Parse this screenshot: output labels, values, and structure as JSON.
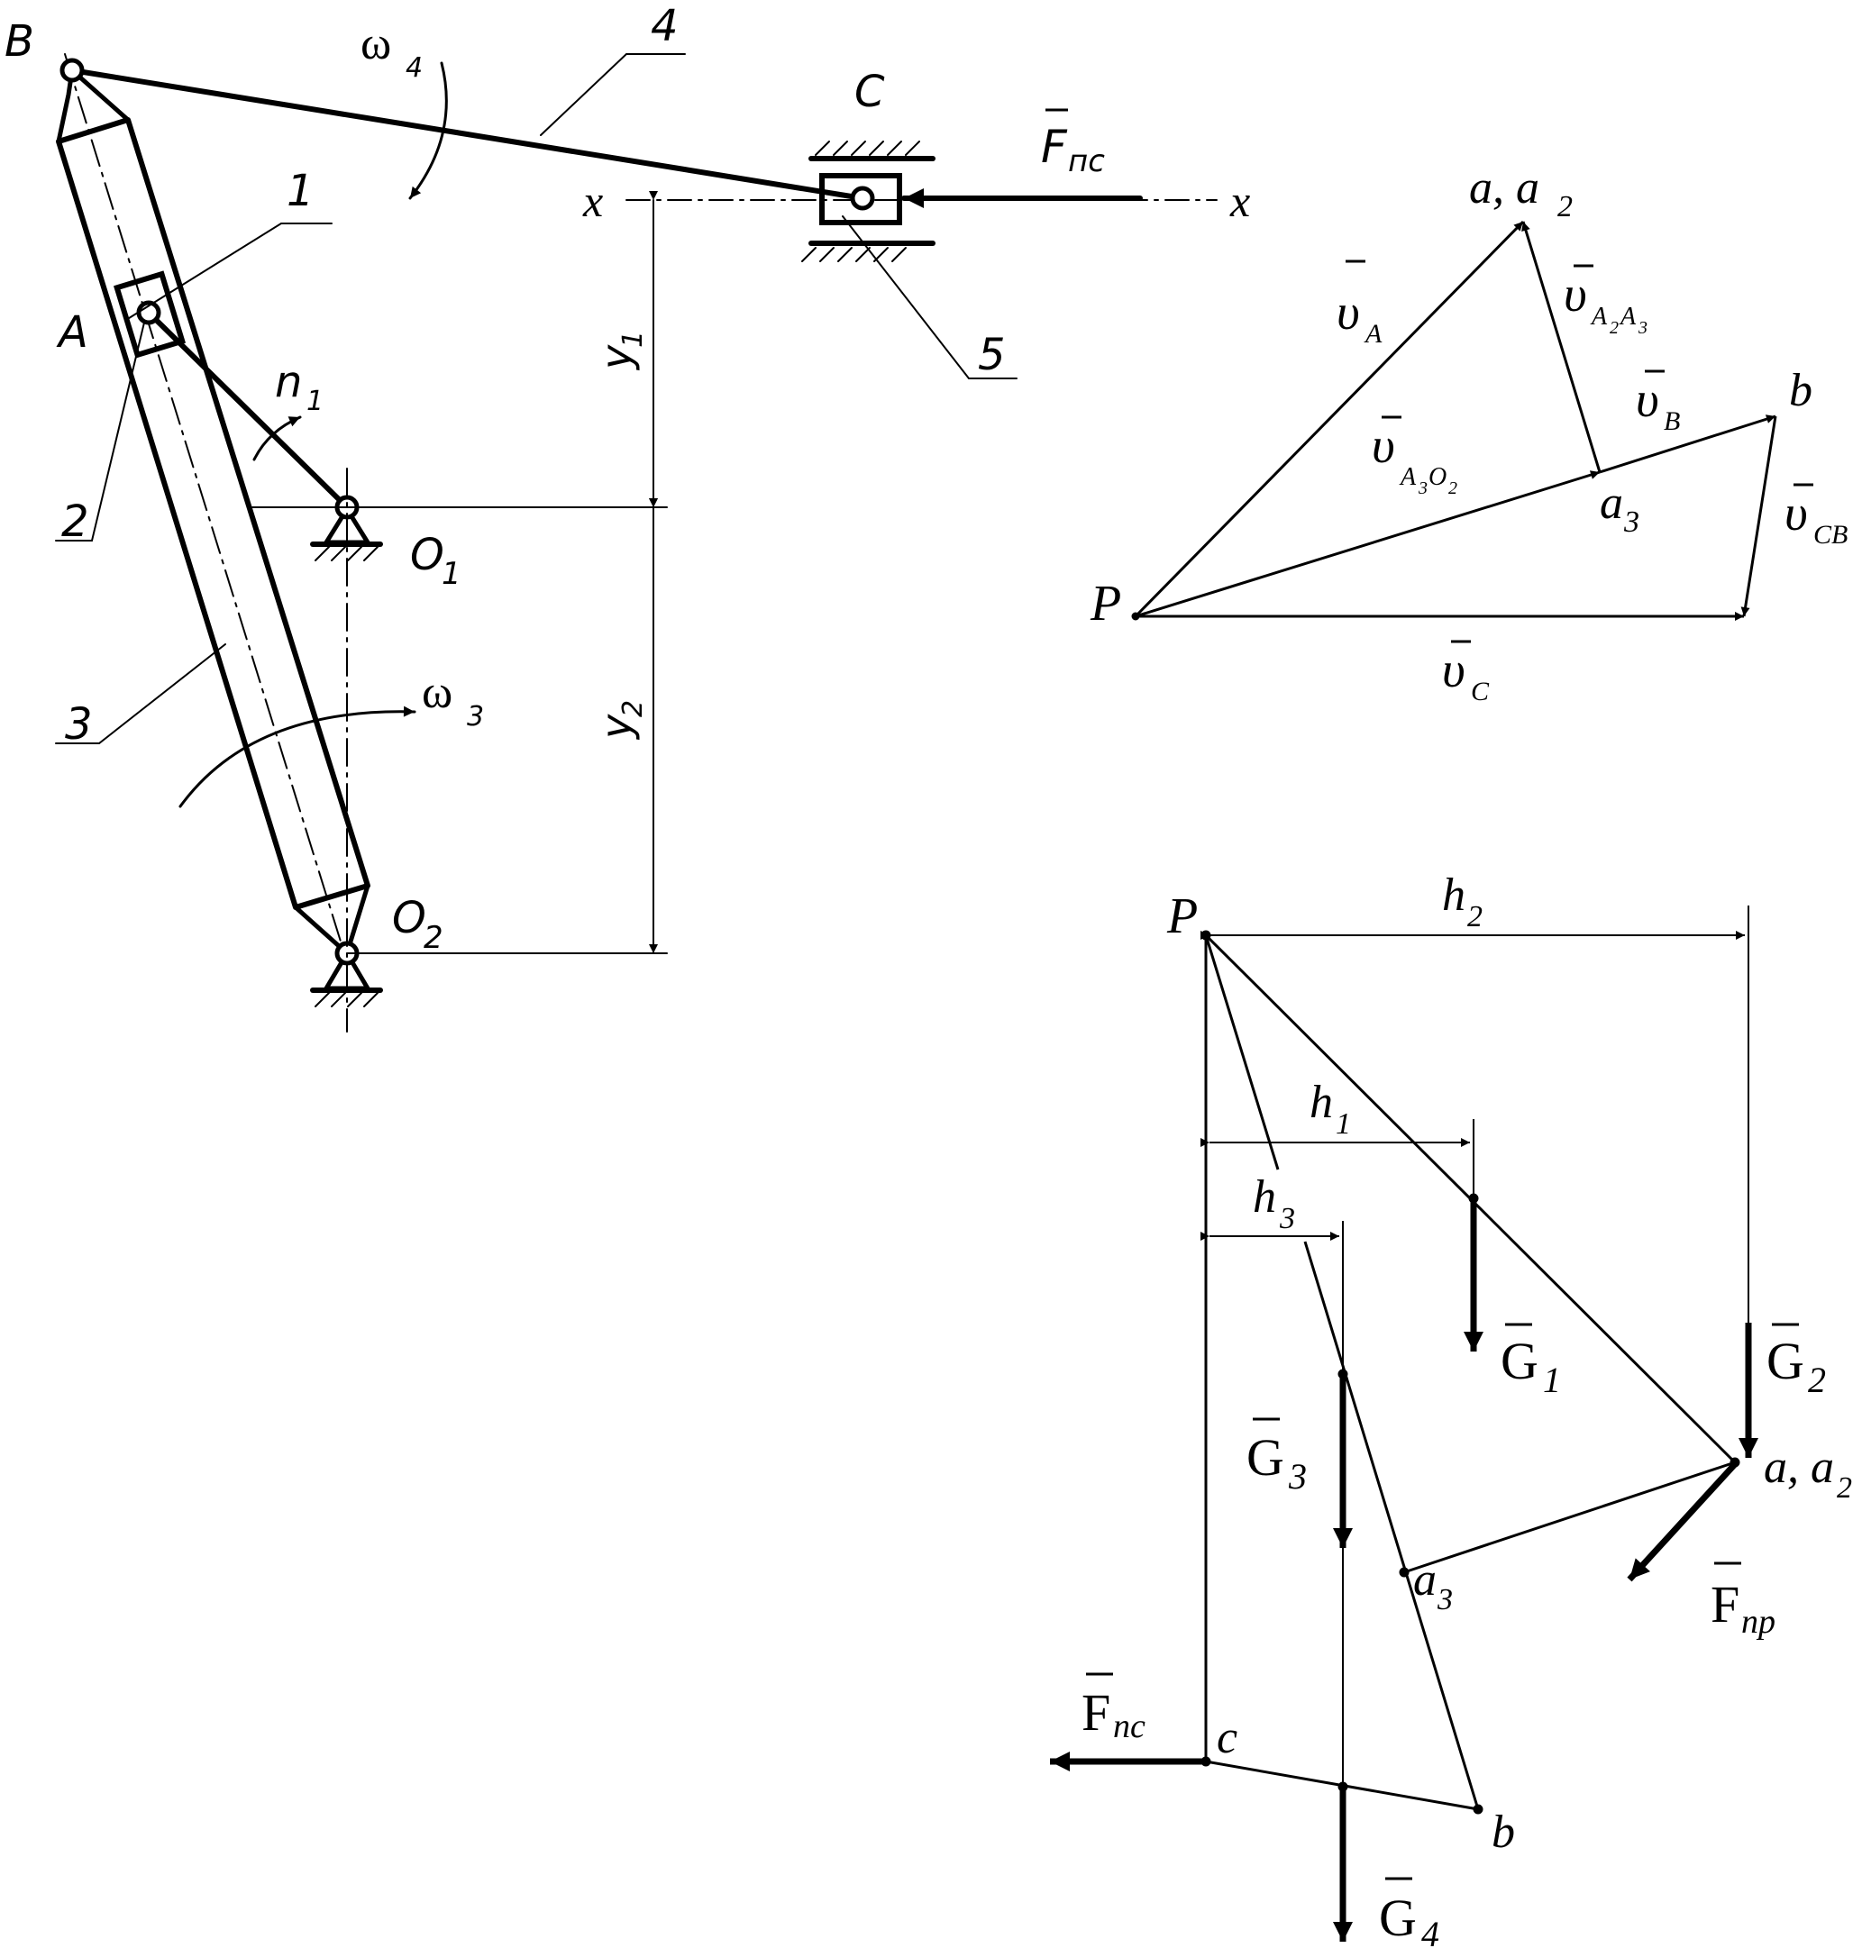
{
  "mechanism": {
    "point_B": "B",
    "point_A": "A",
    "point_C": "C",
    "point_O1": "O",
    "point_O1_sub": "1",
    "point_O2": "O",
    "point_O2_sub": "2",
    "link_1": "1",
    "link_2": "2",
    "link_3": "3",
    "link_4": "4",
    "link_5": "5",
    "omega4": "ω",
    "omega4_sub": "4",
    "omega3": "ω",
    "omega3_sub": "3",
    "n1": "n",
    "n1_sub": "1",
    "axis_x_left": "x",
    "axis_x_right": "x",
    "dim_y1": "y",
    "dim_y1_sub": "1",
    "dim_y2": "y",
    "dim_y2_sub": "2",
    "force_Fps": "F",
    "force_Fps_sub": "пс"
  },
  "velocity_plan": {
    "pole": "P",
    "point_a": "a, a",
    "point_a_sub": "2",
    "point_a3": "a",
    "point_a3_sub": "3",
    "point_b": "b",
    "vA": "υ",
    "vA_sub": "A",
    "vA2A3": "υ",
    "vA2A3_sub": "A",
    "vA2A3_sub2": "2",
    "vA2A3_sub3": "A",
    "vA2A3_sub4": "3",
    "vA3O2": "υ",
    "vA3O2_sub": "A",
    "vA3O2_sub2": "3",
    "vA3O2_sub3": "O",
    "vA3O2_sub4": "2",
    "vB": "υ",
    "vB_sub": "B",
    "vCB": "υ",
    "vCB_sub": "CB",
    "vC": "υ",
    "vC_sub": "C"
  },
  "lever": {
    "pole": "P",
    "h1": "h",
    "h1_sub": "1",
    "h2": "h",
    "h2_sub": "2",
    "h3": "h",
    "h3_sub": "3",
    "G1": "G",
    "G1_sub": "1",
    "G2": "G",
    "G2_sub": "2",
    "G3": "G",
    "G3_sub": "3",
    "G4": "G",
    "G4_sub": "4",
    "point_a": "a, a",
    "point_a_sub": "2",
    "point_a3": "a",
    "point_a3_sub": "3",
    "point_b": "b",
    "point_c": "c",
    "Fpr": "F",
    "Fpr_sub": "пр",
    "Fps": "F",
    "Fps_sub": "пс"
  }
}
